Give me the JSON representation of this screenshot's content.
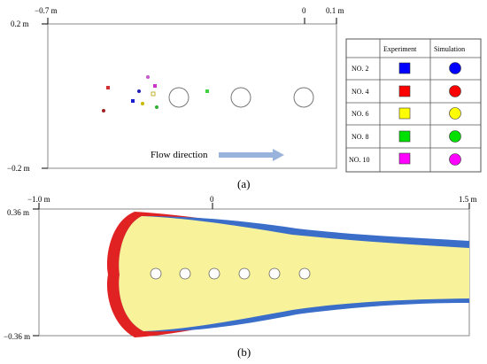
{
  "panel_a": {
    "caption": "(a)",
    "x_ticks": [
      "−0.7 m",
      "0",
      "0.1 m"
    ],
    "y_ticks": [
      "0.2 m",
      "−0.2 m"
    ],
    "flow_label": "Flow direction",
    "flow_arrow_color": "#9ab3dc",
    "legend": {
      "header_experiment": "Experiment",
      "header_simulation": "Simulation",
      "rows": [
        {
          "label": "NO. 2",
          "color": "#0000ff"
        },
        {
          "label": "NO. 4",
          "color": "#ff0000"
        },
        {
          "label": "NO. 6",
          "color": "#ffff00"
        },
        {
          "label": "NO. 8",
          "color": "#00e000"
        },
        {
          "label": "NO. 10",
          "color": "#ff00ff"
        }
      ]
    }
  },
  "panel_b": {
    "caption": "(b)",
    "x_ticks": [
      "−1.0 m",
      "0",
      "1.5 m"
    ],
    "y_ticks": [
      "0.36 m",
      "−0.36 m"
    ],
    "colors": {
      "experiment": "#e02222",
      "simulation": "#3a6ec8",
      "overlap": "#f8f29a"
    }
  }
}
